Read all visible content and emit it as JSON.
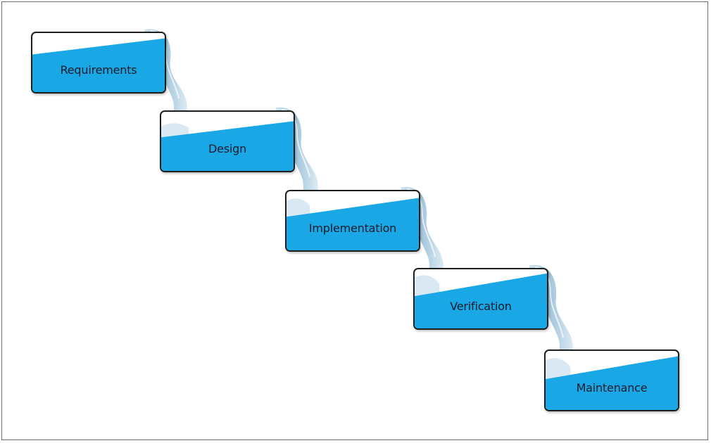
{
  "diagram": {
    "stages": [
      {
        "id": "requirements",
        "label": "Requirements"
      },
      {
        "id": "design",
        "label": "Design"
      },
      {
        "id": "implementation",
        "label": "Implementation"
      },
      {
        "id": "verification",
        "label": "Verification"
      },
      {
        "id": "maintenance",
        "label": "Maintenance"
      }
    ],
    "colors": {
      "water_fill": "#1aa7e6",
      "water_stream": "#9fc6dc",
      "stage_border": "#1e1e1e",
      "label_text": "#1b1b2b",
      "frame_border": "#6e6e6e"
    }
  }
}
